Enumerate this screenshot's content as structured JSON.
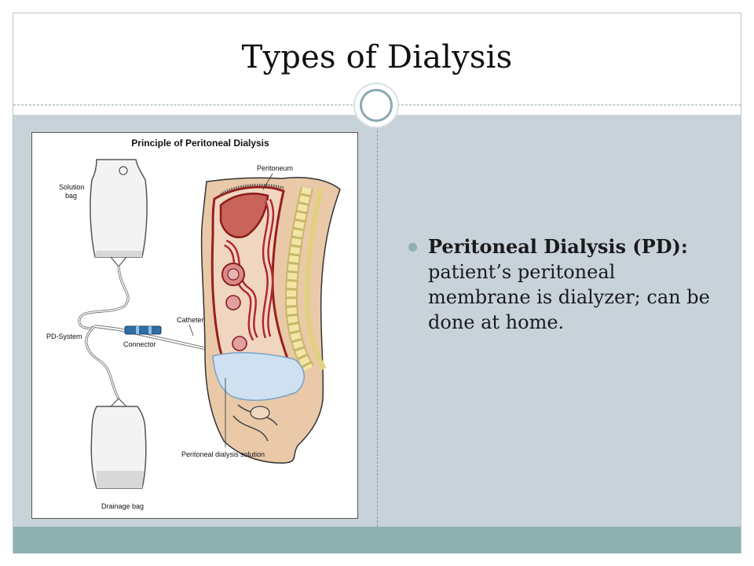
{
  "slide": {
    "title": "Types of Dialysis"
  },
  "figure": {
    "title": "Principle of Peritoneal Dialysis",
    "labels": {
      "peritoneum": "Peritoneum",
      "solution_bag_line1": "Solution",
      "solution_bag_line2": "bag",
      "pd_system": "PD-System",
      "catheter": "Catheter",
      "connector": "Connector",
      "pd_solution": "Peritoneal dialysis solution",
      "drainage_bag": "Drainage bag"
    }
  },
  "bullet": {
    "term": "Peritoneal Dialysis (PD):",
    "description": " patient’s peritoneal membrane is dialyzer; can be done at home."
  },
  "colors": {
    "content_bg": "#c8d3d9",
    "footer_bar": "#8fb0b0",
    "bullet": "#8fb0b0",
    "tissue_red": "#b02a2a",
    "fat_tan": "#e9c9a8",
    "spine_yellow": "#f2e6a6",
    "solution_blue": "#cfe0f0"
  }
}
